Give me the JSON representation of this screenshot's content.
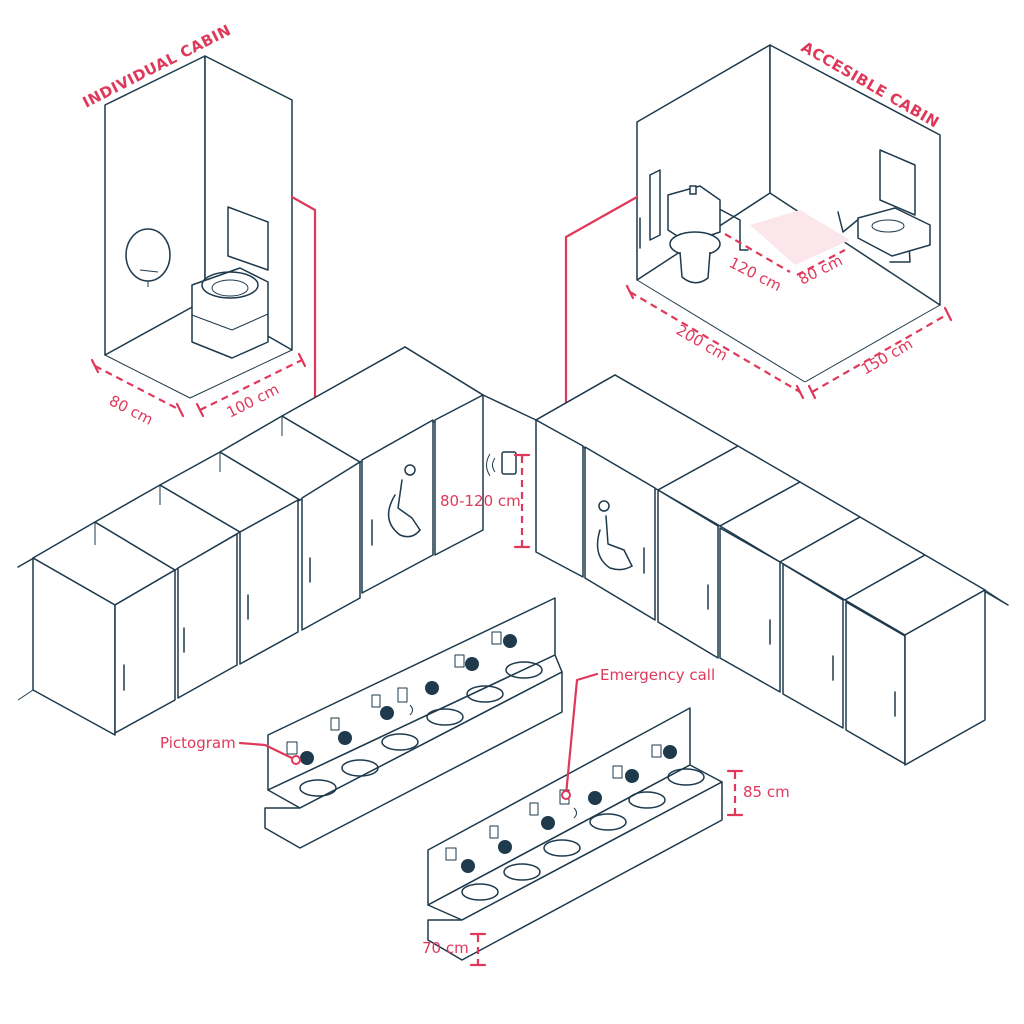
{
  "colors": {
    "ink": "#1e3a4c",
    "accent": "#e0385a",
    "background": "#ffffff"
  },
  "callouts": {
    "individual_cabin": "INDIVIDUAL CABIN",
    "accesible_cabin": "ACCESIBLE CABIN",
    "pictogram": "Pictogram",
    "emergency_call": "Emergency call"
  },
  "dimensions": {
    "individual_width": "80 cm",
    "individual_depth": "100 cm",
    "accessible_width": "200 cm",
    "accessible_depth": "150 cm",
    "turning_a": "120 cm",
    "turning_b": "80 cm",
    "call_height": "80-120 cm",
    "sink_high": "85 cm",
    "sink_low": "70 cm"
  },
  "icons": [
    "wheelchair-icon",
    "toilet-icon",
    "grab-bar-icon",
    "mirror-icon",
    "emergency-call-icon",
    "hand-dryer-icon",
    "soap-dispenser-icon",
    "paper-roll-icon"
  ]
}
